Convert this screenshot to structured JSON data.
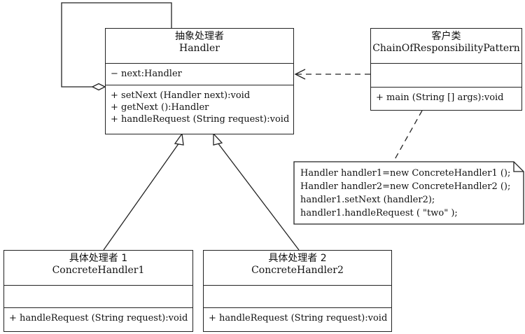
{
  "handler": {
    "name_cn": "抽象处理者",
    "name_en": "Handler",
    "attributes": [
      "− next:Handler"
    ],
    "methods": [
      "+ setNext (Handler next):void",
      "+ getNext ():Handler",
      "+ handleRequest (String request):void"
    ]
  },
  "client": {
    "name_cn": "客户类",
    "name_en": "ChainOfResponsibilityPattern",
    "methods": [
      "+ main (String [] args):void"
    ]
  },
  "note": {
    "lines": [
      "Handler handler1=new ConcreteHandler1 ();",
      "Handler handler2=new ConcreteHandler2 ();",
      "handler1.setNext (handler2);",
      "handler1.handleRequest ( \"two\" );"
    ]
  },
  "concrete1": {
    "name_cn": "具体处理者 1",
    "name_en": "ConcreteHandler1",
    "methods": [
      "+ handleRequest (String request):void"
    ]
  },
  "concrete2": {
    "name_cn": "具体处理者 2",
    "name_en": "ConcreteHandler2",
    "methods": [
      "+ handleRequest (String request):void"
    ]
  },
  "colors": {
    "line": "#222222",
    "background": "#ffffff"
  }
}
